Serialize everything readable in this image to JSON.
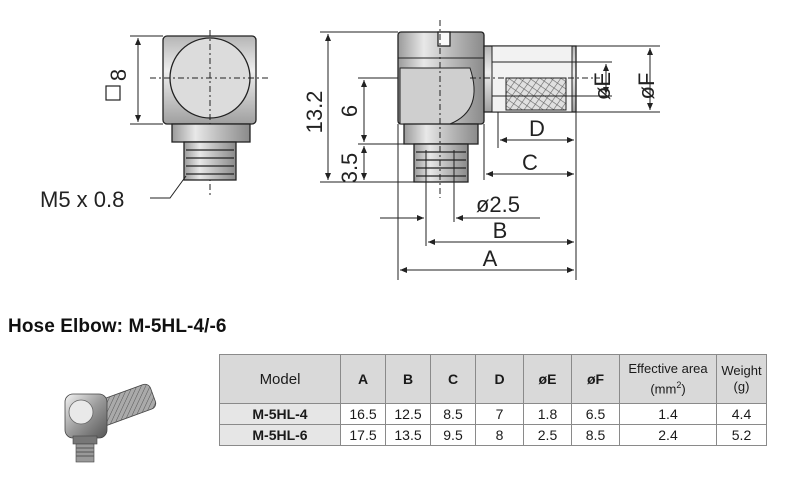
{
  "drawing": {
    "labels": {
      "square": "8",
      "thread": "M5 x 0.8",
      "height_total": "13.2",
      "height_mid": "6",
      "height_low": "3.5",
      "bore": "ø2.5",
      "dim_A": "A",
      "dim_B": "B",
      "dim_C": "C",
      "dim_D": "D",
      "dim_E": "øE",
      "dim_F": "øF"
    }
  },
  "product": {
    "title": "Hose Elbow: M-5HL-4/-6",
    "photo_icon": "hose-elbow-fitting-photo"
  },
  "table": {
    "headers": {
      "model": "Model",
      "a": "A",
      "b": "B",
      "c": "C",
      "d": "D",
      "e": "øE",
      "f": "øF",
      "area_line1": "Effective area",
      "area_line2": "(mm",
      "area_sup": "2",
      "area_line3": ")",
      "weight_line1": "Weight",
      "weight_line2": "(g)"
    },
    "rows": [
      {
        "model": "M-5HL-4",
        "a": "16.5",
        "b": "12.5",
        "c": "8.5",
        "d": "7",
        "e": "1.8",
        "f": "6.5",
        "area": "1.4",
        "weight": "4.4"
      },
      {
        "model": "M-5HL-6",
        "a": "17.5",
        "b": "13.5",
        "c": "9.5",
        "d": "8",
        "e": "2.5",
        "f": "8.5",
        "area": "2.4",
        "weight": "5.2"
      }
    ]
  }
}
